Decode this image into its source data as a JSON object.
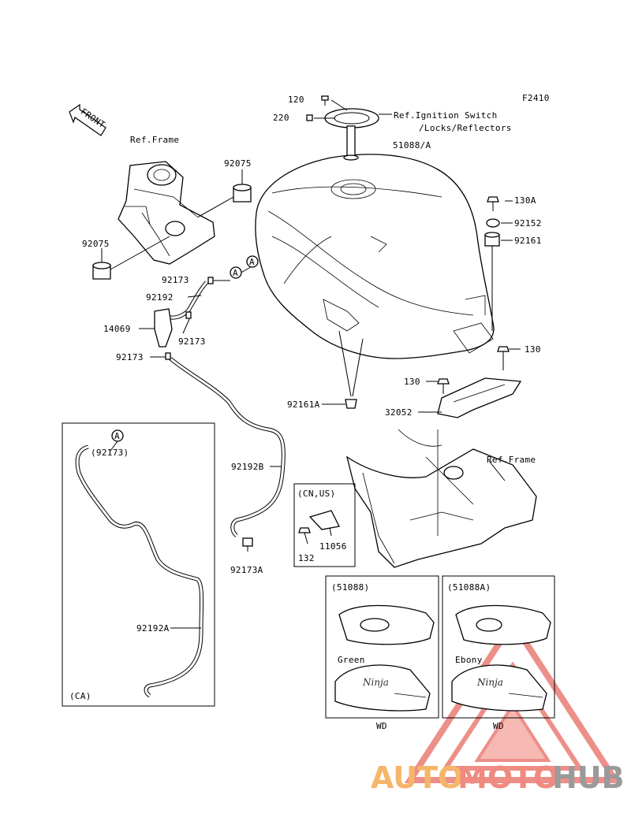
{
  "figure_code": "F2410",
  "front_label": "FRONT",
  "labels": {
    "p120": "120",
    "p220": "220",
    "ref_ignition_1": "Ref.Ignition Switch",
    "ref_ignition_2": "/Locks/Reflectors",
    "p51088A": "51088/A",
    "ref_frame_top": "Ref.Frame",
    "p92075_top": "92075",
    "p92075_left": "92075",
    "p130A": "130A",
    "p92152": "92152",
    "p92161": "92161",
    "p92173_a": "92173",
    "p92192": "92192",
    "p14069": "14069",
    "p92173_b": "92173",
    "p92173_c": "92173",
    "p130_right": "130",
    "p130_mid": "130",
    "p32052": "32052",
    "p92161A": "92161A",
    "p92192B": "92192B",
    "p92173A": "92173A",
    "ref_frame_right": "Ref.Frame",
    "cn_us": "(CN,US)",
    "p11056": "11056",
    "p132": "132",
    "ca_92173": "(92173)",
    "p92192A": "92192A",
    "ca": "(CA)",
    "marker_A": "A",
    "marker_A2": "A",
    "marker_A3": "A"
  },
  "variants": [
    {
      "code": "(51088)",
      "color": "Green",
      "suffix": "WD"
    },
    {
      "code": "(51088A)",
      "color": "Ebony",
      "suffix": "WD"
    }
  ],
  "watermark": {
    "part1": "AUTO",
    "part2": "MOTO",
    "part3": "HUB",
    "color1": "#f6b66a",
    "color2": "#f08a80",
    "color3": "#9a9a9a",
    "triangle_color": "#e86a62"
  }
}
